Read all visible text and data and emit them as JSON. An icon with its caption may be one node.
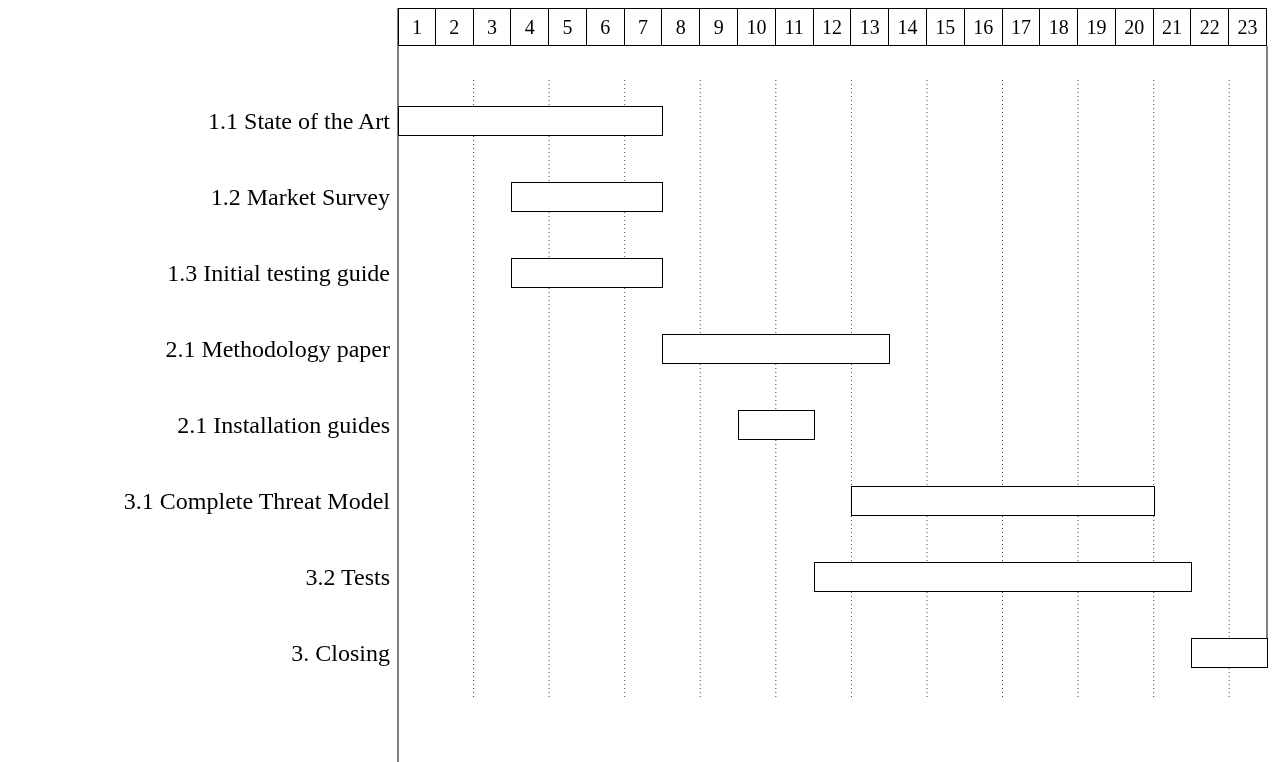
{
  "diagram": {
    "nodes": [
      {
        "text": [],
        "shape": "bar"
      },
      {
        "text": [],
        "shape": "bar"
      },
      {
        "text": [],
        "shape": "bar"
      },
      {
        "text": [],
        "shape": "bar"
      },
      {
        "text": [],
        "shape": "bar"
      },
      {
        "text": [],
        "shape": "bar"
      },
      {
        "text": [],
        "shape": "bar"
      },
      {
        "text": [],
        "shape": "bar"
      }
    ],
    "labels": [
      "1",
      "2",
      "3",
      "4",
      "5",
      "6",
      "7",
      "8",
      "9",
      "10",
      "11",
      "12",
      "13",
      "14",
      "15",
      "16",
      "17",
      "18",
      "19",
      "20",
      "21",
      "22",
      "23",
      "1.1 State of the Art",
      "1.2 Market Survey",
      "1.3 Initial testing guide",
      "2.1 Methodology paper",
      "2.1 Installation guides",
      "3.1 Complete Threat Model",
      "3.2 Tests",
      "3. Closing"
    ]
  }
}
